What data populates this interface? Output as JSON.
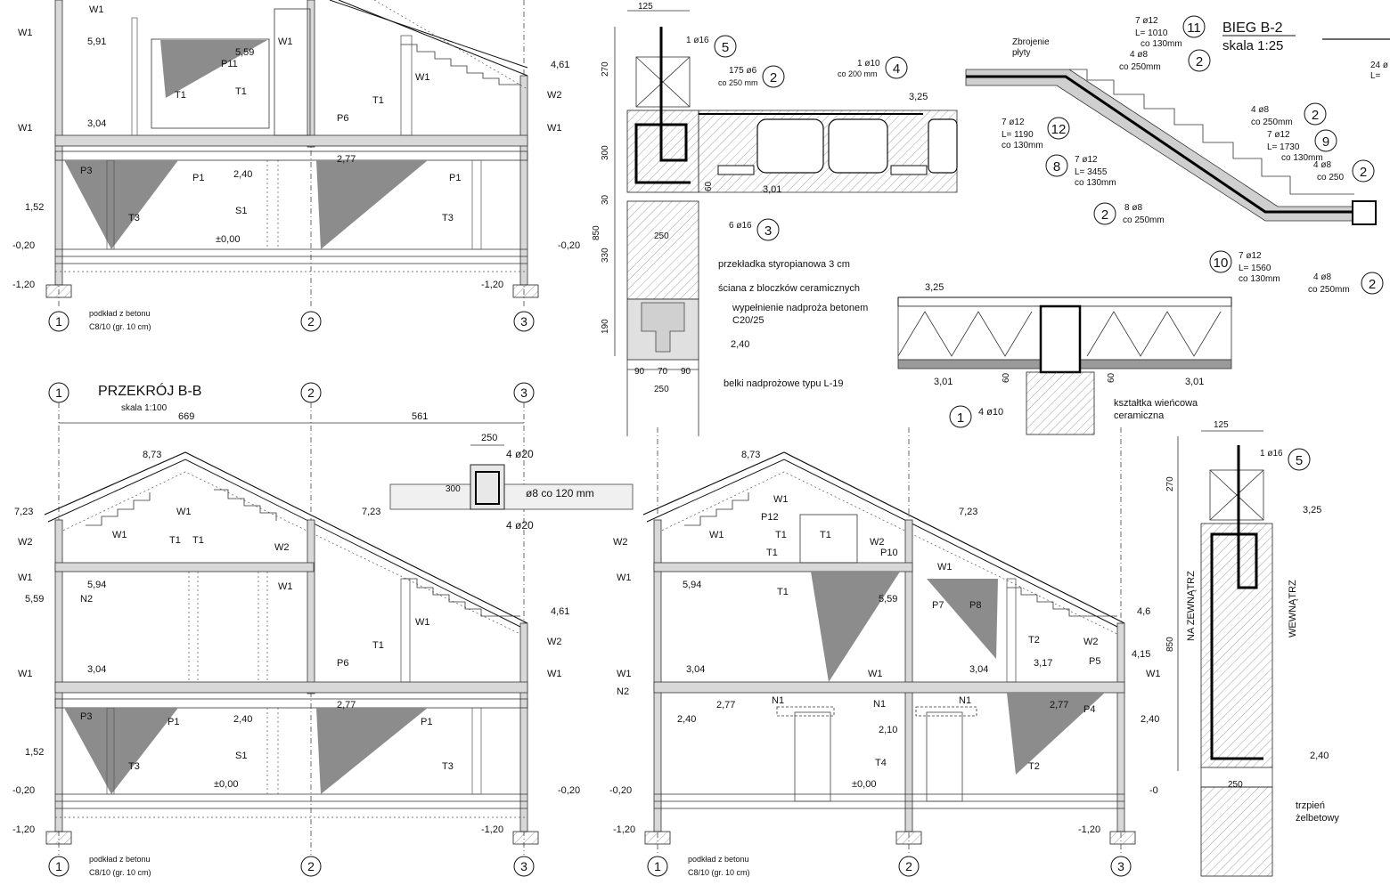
{
  "grid_axes": {
    "a1": "1",
    "a2": "2",
    "a3": "3"
  },
  "section_bb": {
    "title": "PRZEKRÓJ B-B",
    "scale": "skala 1:100",
    "dim_left": "669",
    "dim_right": "561",
    "elevations": {
      "ridge": "8,73",
      "eave_left": "7,23",
      "eave_right": "7,23",
      "floor2": "5,94",
      "floor2_low": "5,59",
      "knee": "4,61",
      "floor1_top": "3,04",
      "lintel": "2,77",
      "ceil": "2,40",
      "window": "1,52",
      "zero": "±0,00",
      "ground": "-0,20",
      "found": "-1,20"
    },
    "labels": {
      "w1": "W1",
      "w2": "W2",
      "t1": "T1",
      "t3": "T3",
      "p1": "P1",
      "p3": "P3",
      "p6": "P6",
      "s1": "S1",
      "n2": "N2"
    },
    "note_line1": "podkład z betonu",
    "note_line2": "C8/10 (gr. 10 cm)"
  },
  "top_section": {
    "elevations": {
      "e591": "5,91",
      "e559": "5,59",
      "e461": "4,61",
      "e304": "3,04",
      "e277": "2,77",
      "e240": "2,40",
      "e152": "1,52",
      "zero": "±0,00",
      "ground": "-0,20",
      "found": "-1,20"
    },
    "labels": {
      "p11": "P11",
      "p6": "P6"
    }
  },
  "section_right": {
    "elevations": {
      "ridge": "8,73",
      "eave": "7,23",
      "floor2": "5,94",
      "f559": "5,59",
      "knee": "4,6",
      "e415": "4,15",
      "e317": "3,17",
      "e304a": "3,04",
      "e304b": "3,04",
      "e277a": "2,77",
      "e277b": "2,77",
      "e240a": "2,40",
      "e240b": "2,40",
      "e210": "2,10",
      "zero": "±0,00",
      "ground_l": "-0,20",
      "ground_r": "-0",
      "found_l": "-1,20",
      "found_r": "-1,20"
    },
    "labels": {
      "p12": "P12",
      "p10": "P10",
      "p7": "P7",
      "p8": "P8",
      "p5": "P5",
      "p4": "P4",
      "t2": "T2",
      "t4": "T4",
      "n1": "N1"
    }
  },
  "lintel_detail": {
    "dims": {
      "d125": "125",
      "d270": "270",
      "d300": "300",
      "d30": "30",
      "d850": "850",
      "d330": "330",
      "d190": "190",
      "d250": "250",
      "d90a": "90",
      "d70": "70",
      "d90b": "90",
      "d250b": "250",
      "d60": "60"
    },
    "rebar": {
      "r5": "1 ø16",
      "r2a": "175 ø6",
      "r2b": "co 250 mm",
      "r4a": "1 ø10",
      "r4b": "co 200 mm",
      "r3": "6 ø16"
    },
    "elevations": {
      "e325": "3,25",
      "e301": "3,01",
      "e240": "2,40"
    },
    "legend": {
      "l1": "przekładka styropianowa 3 cm",
      "l2": "ściana z bloczków ceramicznych",
      "l3a": "wypełnienie nadproża betonem",
      "l3b": "C20/25",
      "l4": "belki nadprożowe typu L-19"
    }
  },
  "wreath_detail": {
    "elevations": {
      "e325": "3,25",
      "e301a": "3,01",
      "e301b": "3,01"
    },
    "rebar": "4 ø10",
    "d60a": "60",
    "d60b": "60",
    "legend_line1": "kształtka wieńcowa",
    "legend_line2": "ceramiczna"
  },
  "stair_detail": {
    "title": "BIEG B-2",
    "scale": "skala 1:25",
    "note_line1": "Zbrojenie",
    "note_line2": "płyty",
    "bars": {
      "b11a": "7 ø12",
      "b11b": "L= 1010",
      "b11c": "co 130mm",
      "b2a": "4 ø8",
      "b2b": "co 250mm",
      "b12a": "7 ø12",
      "b12b": "L= 1190",
      "b12c": "co 130mm",
      "b8a": "7 ø12",
      "b8b": "L= 3455",
      "b8c": "co 130mm",
      "b2c": "8 ø8",
      "b2d": "co 250mm",
      "b9a": "7 ø12",
      "b9b": "L= 1730",
      "b9c": "co 130mm",
      "b2e": "4 ø8",
      "b2f": "co 250mm",
      "b2g": "4 ø8",
      "b2h": "co 250",
      "b10a": "7 ø12",
      "b10b": "L= 1560",
      "b10c": "co 130mm",
      "b2i": "4 ø8",
      "b2j": "co 250mm"
    },
    "cut_a": "24 ø",
    "cut_b": "L="
  },
  "beam_section": {
    "dim": "250",
    "dim_h": "300",
    "top_bars": "4 ø20",
    "bot_bars": "4 ø20",
    "stirrups": "ø8 co 120 mm"
  },
  "column_detail": {
    "d125": "125",
    "d270": "270",
    "d850": "850",
    "d250": "250",
    "rebar": "1 ø16",
    "e325": "3,25",
    "e240": "2,40",
    "outside": "NA ZEWNĄTRZ",
    "inside": "WEWNĄTRZ",
    "legend_line1": "trzpień",
    "legend_line2": "żelbetowy"
  },
  "bubbles": {
    "n1": "1",
    "n2": "2",
    "n3": "3",
    "n4": "4",
    "n5": "5",
    "n8": "8",
    "n9": "9",
    "n10": "10",
    "n11": "11",
    "n12": "12"
  }
}
